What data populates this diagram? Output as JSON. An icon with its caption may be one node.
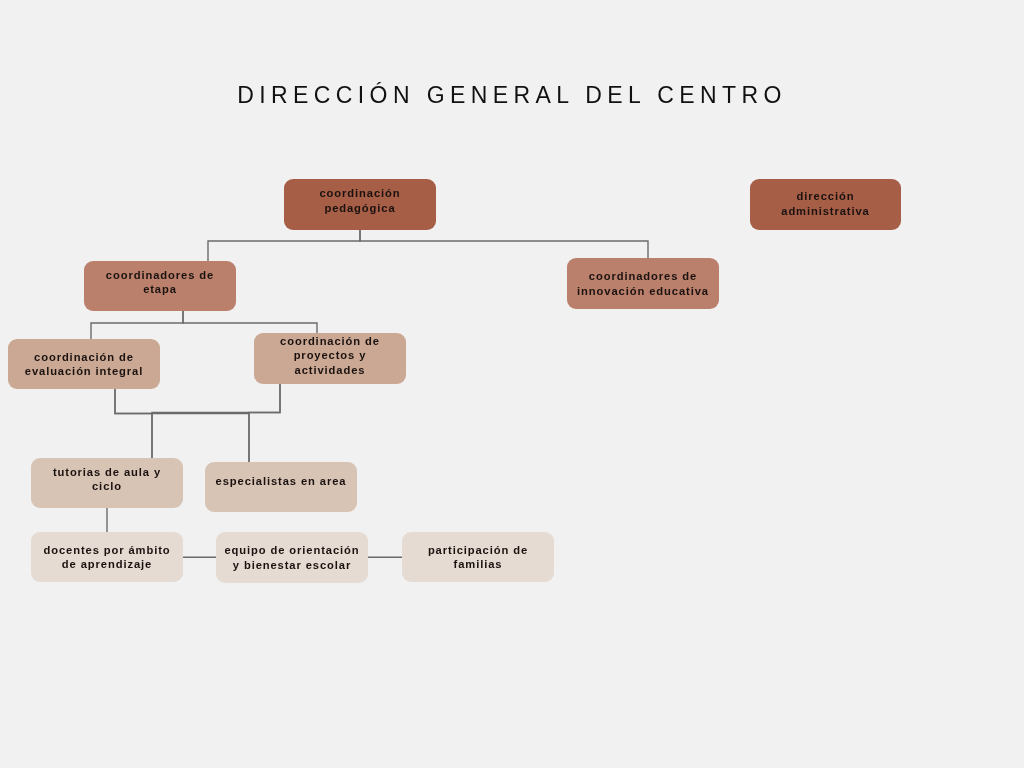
{
  "diagram": {
    "title": "DIRECCIÓN GENERAL DEL CENTRO",
    "nodes": [
      {
        "text": [
          "coordinación pedagógica"
        ]
      },
      {
        "text": [
          "dirección administrativa"
        ]
      },
      {
        "text": [
          "coordinadores de etapa"
        ]
      },
      {
        "text": [
          "coordinadores de innovación educativa"
        ]
      },
      {
        "text": [
          "coordinación de evaluación integral"
        ]
      },
      {
        "text": [
          "coordinación de proyectos y actividades"
        ]
      },
      {
        "text": [
          "tutorias de aula y ciclo"
        ]
      },
      {
        "text": [
          "especialistas en area"
        ]
      },
      {
        "text": [
          "docentes por ámbito de aprendizaje"
        ]
      },
      {
        "text": [
          "equipo de orientación y bienestar escolar"
        ]
      },
      {
        "text": [
          "participación de familias"
        ]
      }
    ],
    "edges": [
      {
        "from": 0,
        "to": 2,
        "arrow": "none"
      },
      {
        "from": 0,
        "to": 3,
        "arrow": "none"
      },
      {
        "from": 2,
        "to": 4,
        "arrow": "none"
      },
      {
        "from": 2,
        "to": 5,
        "arrow": "none"
      },
      {
        "from": 4,
        "to": 6,
        "arrow": "none"
      },
      {
        "from": 4,
        "to": 7,
        "arrow": "none"
      },
      {
        "from": 5,
        "to": 6,
        "arrow": "none"
      },
      {
        "from": 5,
        "to": 7,
        "arrow": "none"
      },
      {
        "from": 6,
        "to": 8,
        "arrow": "none"
      },
      {
        "from": 8,
        "to": 9,
        "arrow": "none"
      },
      {
        "from": 9,
        "to": 10,
        "arrow": "none"
      }
    ]
  }
}
